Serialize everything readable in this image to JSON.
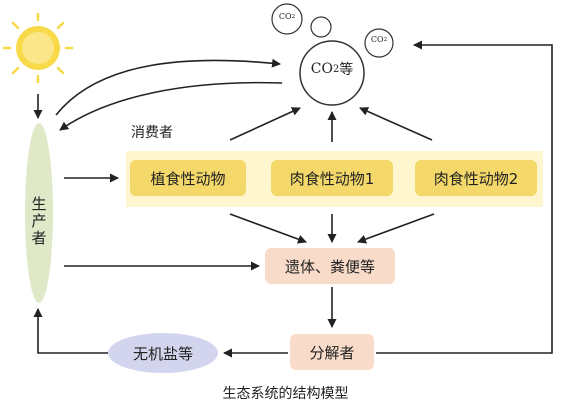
{
  "producer": {
    "label": "生产者"
  },
  "consumers": {
    "title": "消费者",
    "herbivore": "植食性动物",
    "carnivore_1": "肉食性动物1",
    "carnivore_2": "肉食性动物2"
  },
  "co2": {
    "main_prefix": "CO",
    "main_sub": "2",
    "main_suffix": "等",
    "small_prefix": "CO",
    "small_sub": "2"
  },
  "remains": {
    "label": "遗体、粪便等"
  },
  "decomposer": {
    "label": "分解者"
  },
  "inorganic_salts": {
    "label": "无机盐等"
  },
  "caption": "生态系统的结构模型",
  "colors": {
    "sun": "#f7d94a",
    "consumer_band": "#fdf6cf",
    "consumer_box": "#f4d96a",
    "remains_box": "#f8dcc9",
    "decomposer_box": "#f8dcc9",
    "salts_ellipse": "#d3d5ee",
    "producer_ellipse": "#dfe9c8",
    "arrow": "#222222"
  }
}
